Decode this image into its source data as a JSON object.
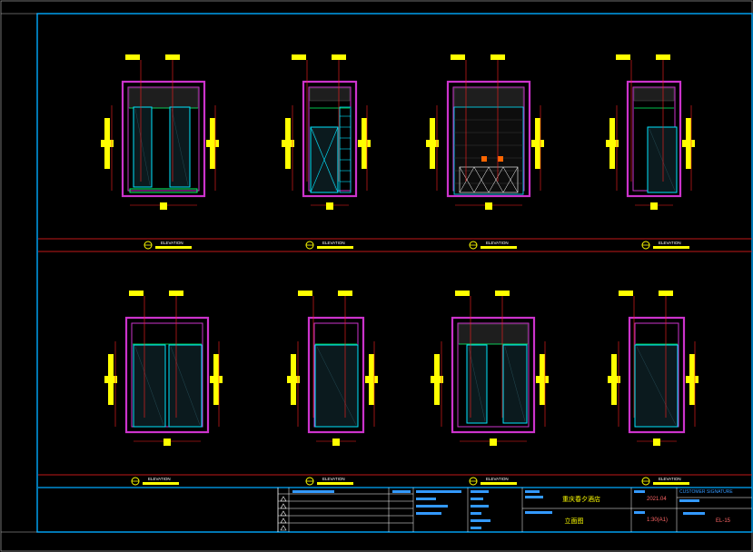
{
  "drawing": {
    "elevation_label": "ELEVATION",
    "elevations": [
      {
        "id": "e1"
      },
      {
        "id": "e2"
      },
      {
        "id": "e3"
      },
      {
        "id": "e4"
      },
      {
        "id": "e5"
      },
      {
        "id": "e6"
      },
      {
        "id": "e7"
      },
      {
        "id": "e8"
      }
    ]
  },
  "title_block": {
    "project_name": "重庆春夕酒店",
    "drawing_title": "立面图",
    "date": "2021.04",
    "scale": "1:30(A1)",
    "customer_signature_label": "CUSTOMER SIGNATURE",
    "sheet_number": "EL-15"
  },
  "colors": {
    "frame": "#00aaff",
    "wall": "#cc33cc",
    "door": "#00ff66",
    "glass": "#00e5ff",
    "dimension": "#ffff00",
    "section_line": "#ff2020",
    "text": "#ffffff"
  }
}
